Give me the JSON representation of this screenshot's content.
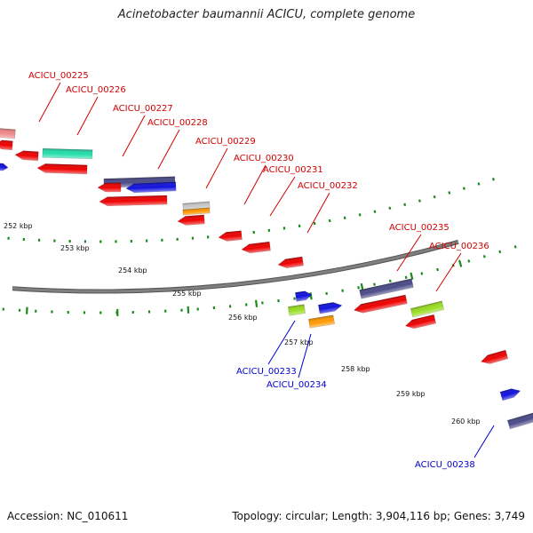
{
  "title": "Acinetobacter baumannii ACICU, complete genome",
  "accession": "Accession: NC_010611",
  "topology": "Topology: circular; Length: 3,904,116 bp; Genes: 3,749",
  "colors": {
    "label_forward": "#d00000",
    "label_reverse": "#0000cc",
    "backbone": "#808080",
    "tick": "#1a8a1a",
    "cds_red": "#ee0000",
    "cds_blue": "#1111dd",
    "cds_purple": "#4a4a88",
    "cds_orange": "#ff9900",
    "cds_lime": "#99dd22",
    "cds_teal": "#22ddaa",
    "cds_pink": "#ee8888",
    "cds_gray": "#c8c8c8"
  },
  "tick_labels": [
    "252 kbp",
    "253 kbp",
    "254 kbp",
    "255 kbp",
    "256 kbp",
    "257 kbp",
    "258 kbp",
    "259 kbp",
    "260 kbp"
  ],
  "gene_labels": {
    "forward": [
      "ACICU_00225",
      "ACICU_00226",
      "ACICU_00227",
      "ACICU_00228",
      "ACICU_00229",
      "ACICU_00230",
      "ACICU_00231",
      "ACICU_00232",
      "ACICU_00235",
      "ACICU_00236"
    ],
    "reverse": [
      "ACICU_00233",
      "ACICU_00234",
      "ACICU_00238"
    ]
  }
}
